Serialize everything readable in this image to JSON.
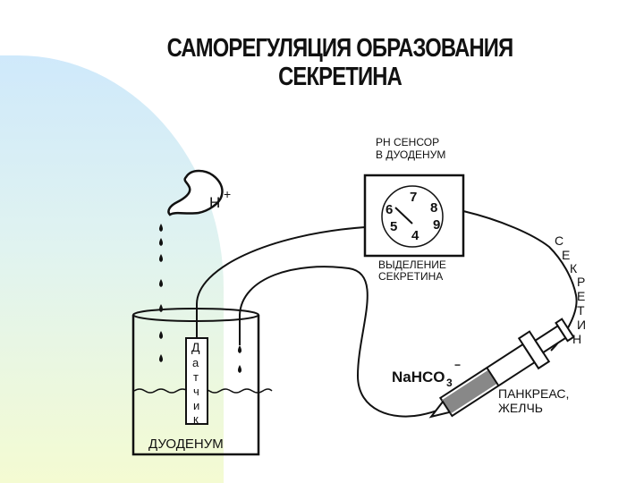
{
  "title": {
    "line1": "САМОРЕГУЛЯЦИЯ ОБРАЗОВАНИЯ",
    "line2": "СЕКРЕТИНА"
  },
  "diagram": {
    "stomach_ion": "H",
    "stomach_ion_charge": "+",
    "sensor_line1": "PH СЕНСОР",
    "sensor_line2": "В ДУОДЕНУМ",
    "dial_numbers": [
      "4",
      "5",
      "6",
      "7",
      "8",
      "9"
    ],
    "release_line1": "ВЫДЕЛЕНИЕ",
    "release_line2": "СЕКРЕТИНА",
    "secretin_letters": [
      "С",
      "Е",
      "К",
      "Р",
      "Е",
      "Т",
      "И",
      "Н"
    ],
    "sensor_letters": [
      "Д",
      "а",
      "т",
      "ч",
      "и",
      "к"
    ],
    "beaker_label": "ДУОДЕНУМ",
    "bicarbonate": "NaHCO",
    "bicarbonate_sub": "3",
    "bicarbonate_charge": "−",
    "pancreas_line1": "ПАНКРЕАС,",
    "pancreas_line2": "ЖЕЛЧЬ"
  }
}
